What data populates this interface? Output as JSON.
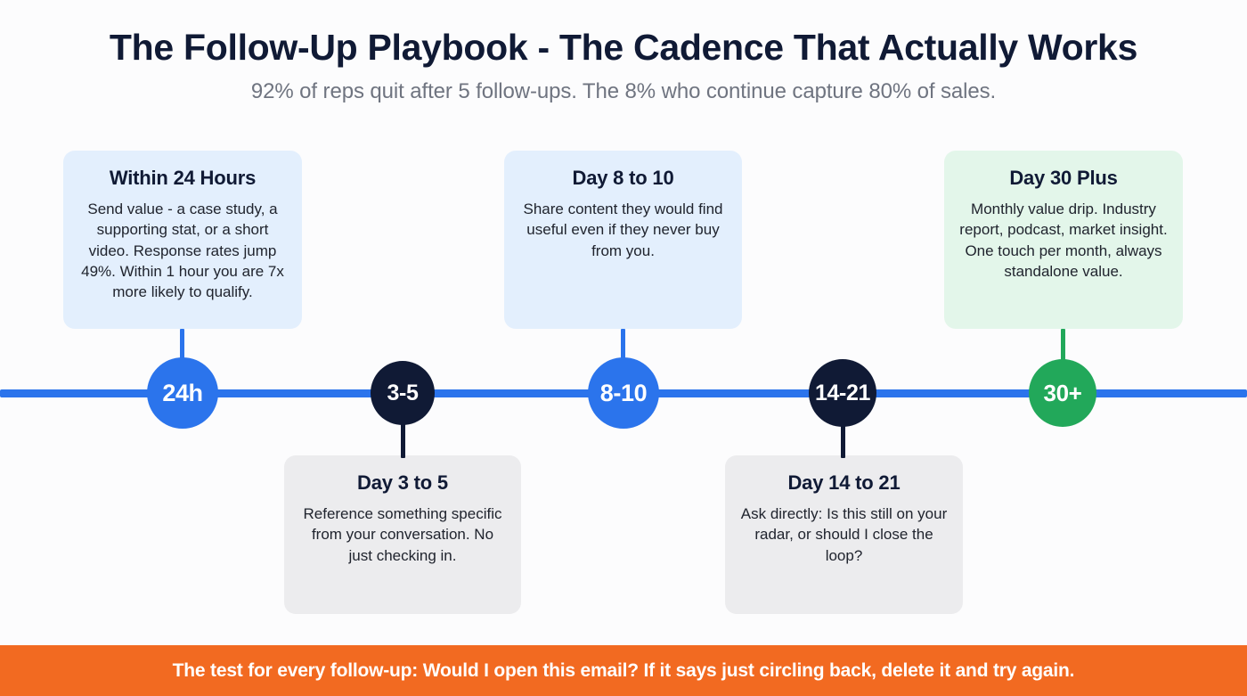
{
  "header": {
    "title": "The Follow-Up Playbook - The Cadence That Actually Works",
    "subtitle": "92% of reps quit after 5 follow-ups. The 8% who continue capture 80% of sales."
  },
  "colors": {
    "accent_blue": "#2b74ec",
    "accent_dark": "#101a35",
    "accent_green": "#22a85a",
    "banner_orange": "#f26a21",
    "card_blue": "#e3effd",
    "card_gray": "#ececee",
    "card_green": "#e3f6ea",
    "page_background": "#fcfcfd"
  },
  "timeline": {
    "axis_color": "#2b74ec",
    "steps": [
      {
        "node_label": "24h",
        "node_color": "#2b74ec",
        "card_position": "top",
        "card_color": "#e3effd",
        "title": "Within 24 Hours",
        "body": "Send value - a case study, a supporting stat, or a short video. Response rates jump 49%. Within 1 hour you are 7x more likely to qualify."
      },
      {
        "node_label": "3-5",
        "node_color": "#101a35",
        "card_position": "bottom",
        "card_color": "#ececee",
        "title": "Day 3 to 5",
        "body": "Reference something specific from your conversation. No just checking in."
      },
      {
        "node_label": "8-10",
        "node_color": "#2b74ec",
        "card_position": "top",
        "card_color": "#e3effd",
        "title": "Day 8 to 10",
        "body": "Share content they would find useful even if they never buy from you."
      },
      {
        "node_label": "14-21",
        "node_color": "#101a35",
        "card_position": "bottom",
        "card_color": "#ececee",
        "title": "Day 14 to 21",
        "body": "Ask directly: Is this still on your radar, or should I close the loop?"
      },
      {
        "node_label": "30+",
        "node_color": "#22a85a",
        "card_position": "top",
        "card_color": "#e3f6ea",
        "title": "Day 30 Plus",
        "body": "Monthly value drip. Industry report, podcast, market insight. One touch per month, always standalone value."
      }
    ]
  },
  "banner": {
    "text": "The test for every follow-up: Would I open this email? If it says just circling back, delete it and try again."
  }
}
